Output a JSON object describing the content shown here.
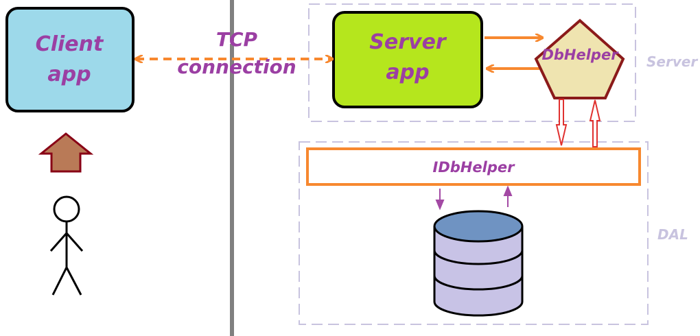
{
  "labels": {
    "client_app": [
      "Client",
      "app"
    ],
    "server_app": [
      "Server",
      "app"
    ],
    "tcp_connection": [
      "TCP",
      "connection"
    ],
    "db_helper": "DbHelper",
    "idb_helper": "IDbHelper",
    "server_zone": "Server",
    "dal_zone": "DAL"
  },
  "colors": {
    "client_fill": "#9dd9ea",
    "server_fill": "#b5e61d",
    "pentagon_fill": "#efe4b0",
    "pentagon_stroke": "#8b1a1a",
    "arrow_orange": "#f7882f",
    "arrow_red": "#e0312f",
    "arrow_purple": "#a349a4",
    "up_arrow_fill": "#b97a57",
    "up_arrow_stroke": "#880015",
    "db_top": "#6f93c2",
    "db_body": "#c8c3e6",
    "zone_border": "#c8c3df",
    "divider": "#808080",
    "label_purple": "#9b3fa3"
  }
}
